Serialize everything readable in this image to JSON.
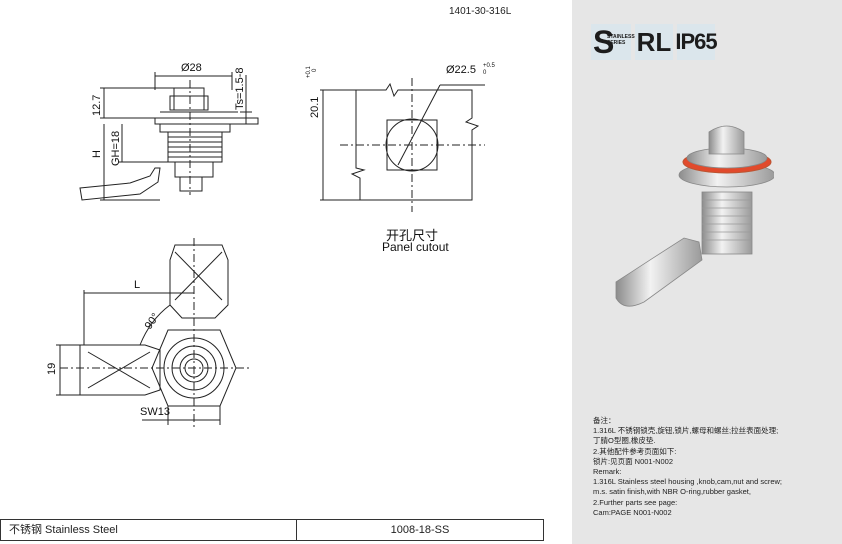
{
  "header": {
    "part_number": "1401-30-316L"
  },
  "drawing": {
    "dim_diameter_28": "Ø28",
    "dim_12_7": "12.7",
    "dim_ts": "Ts=1.5-8",
    "dim_h": "H",
    "dim_gh": "GH=18",
    "dim_20_1": "20.1",
    "dim_20_1_tol_upper": "+0.1",
    "dim_20_1_tol_lower": "0",
    "dim_22_5": "Ø22.5",
    "dim_22_5_tol_upper": "+0.5",
    "dim_22_5_tol_lower": "0",
    "dim_l": "L",
    "dim_90": "90°",
    "dim_19": "19",
    "dim_sw13": "SW13",
    "cutout_label_cn": "开孔尺寸",
    "cutout_label_en": "Panel cutout"
  },
  "badges": {
    "s_big": "S",
    "s_small_1": "STAINLESS",
    "s_small_2": "SERIES",
    "rl": "RL",
    "ip": "IP65"
  },
  "notes": [
    "备注：",
    "1.316L 不锈钢锁壳,旋钮,锁片,螺母和螺丝;拉丝表面处理;",
    "丁腈O型圈,橡皮垫.",
    "2.其他配件参考页面如下:",
    "锁片:见页面 N001-N002",
    "Remark:",
    "1.316L Stainless steel housing ,knob,cam,nut and screw;",
    "m.s. satin finish,with NBR O-ring,rubber gasket,",
    "2.Further parts see page:",
    "Cam:PAGE N001-N002"
  ],
  "footer": {
    "material": "不锈钢 Stainless Steel",
    "code": "1008-18-SS"
  }
}
